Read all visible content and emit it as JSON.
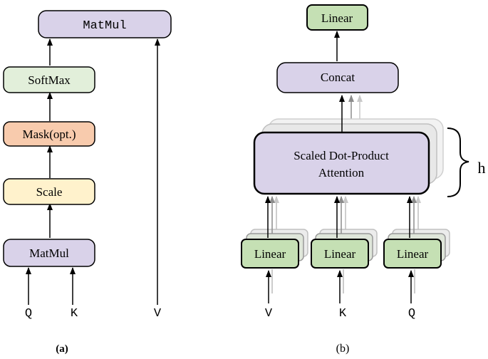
{
  "panel_a": {
    "caption": "(a)",
    "matmul_top": "MatMul",
    "softmax": "SoftMax",
    "mask": "Mask(opt.)",
    "scale": "Scale",
    "matmul_bottom": "MatMul",
    "inputs": {
      "q": "Q",
      "k": "K",
      "v": "V"
    }
  },
  "panel_b": {
    "caption": "(b)",
    "linear_top": "Linear",
    "concat": "Concat",
    "attention_line1": "Scaled Dot-Product",
    "attention_line2": "Attention",
    "heads_label": "h",
    "linear_v": "Linear",
    "linear_k": "Linear",
    "linear_q": "Linear",
    "inputs": {
      "v": "V",
      "k": "K",
      "q": "Q"
    }
  },
  "colors": {
    "purple_fill": "#d9d2e9",
    "green_fill": "#c5e0b4",
    "light_green_fill": "#e2efda",
    "peach_fill": "#f8cbad",
    "yellow_fill": "#fff2cc",
    "stroke": "#000000",
    "ghost_stroke": "#a6a6a6"
  }
}
